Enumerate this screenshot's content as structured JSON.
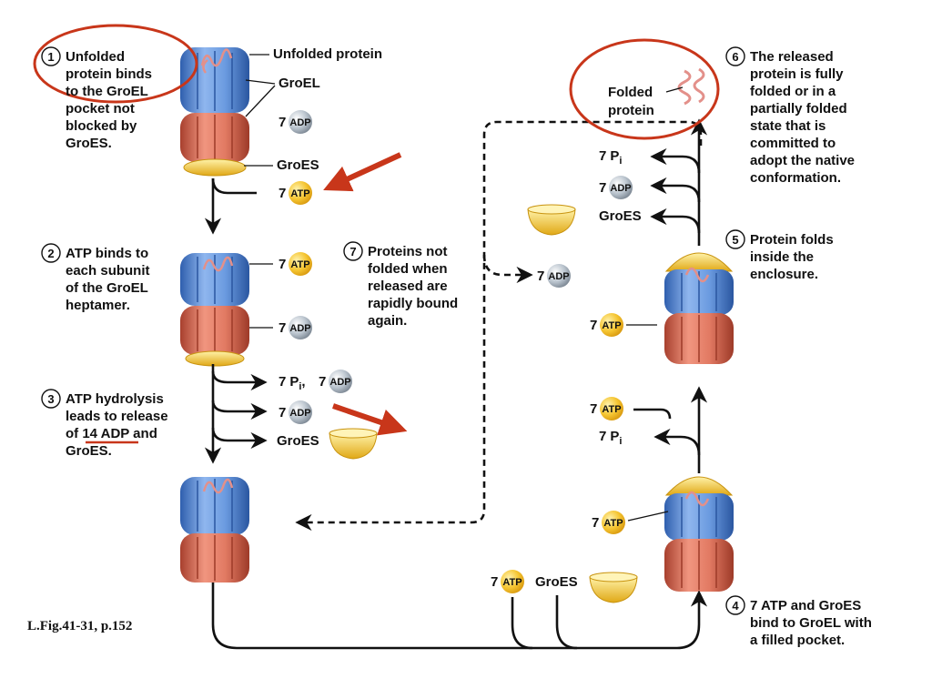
{
  "figure_ref": "L.Fig.41-31, p.152",
  "steps": [
    {
      "num": "1",
      "lines": [
        "Unfolded",
        "protein binds",
        "to the GroEL",
        "pocket not",
        "blocked by",
        "GroES."
      ]
    },
    {
      "num": "2",
      "lines": [
        "ATP binds to",
        "each subunit",
        "of the GroEL",
        "heptamer."
      ]
    },
    {
      "num": "3",
      "lines": [
        "ATP hydrolysis",
        "leads to release",
        "of 14 ADP and",
        "GroES."
      ]
    },
    {
      "num": "4",
      "lines": [
        "7 ATP and GroES",
        "bind to GroEL with",
        "a filled pocket."
      ]
    },
    {
      "num": "5",
      "lines": [
        "Protein folds",
        "inside the",
        "enclosure."
      ]
    },
    {
      "num": "6",
      "lines": [
        "The released",
        "protein is fully",
        "folded or in a",
        "partially folded",
        "state that is",
        "committed to",
        "adopt the native",
        "conformation."
      ]
    },
    {
      "num": "7",
      "lines": [
        "Proteins not",
        "folded when",
        "released are",
        "rapidly bound",
        "again."
      ]
    }
  ],
  "labels": {
    "unfolded_protein": "Unfolded protein",
    "groel": "GroEL",
    "groes": "GroES",
    "folded_protein": [
      "Folded",
      "protein"
    ],
    "seven": "7",
    "atp": "ATP",
    "adp": "ADP",
    "pi": "P",
    "pi_sub": "i",
    "pi_comma": ","
  },
  "colors": {
    "highlight_red": "#c8361a",
    "groel_blue": "#5b8fd6",
    "groel_red": "#d9604a",
    "groes_yellow": "#f3c533",
    "adp_gray": "#aab4bf",
    "arrow": "#111111"
  }
}
